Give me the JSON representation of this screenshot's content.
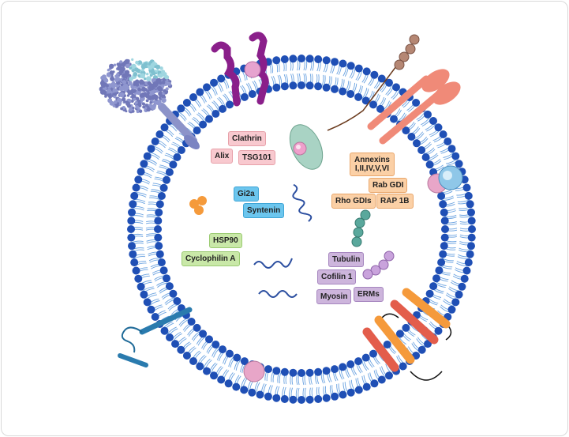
{
  "labels": {
    "clathrin": "Clathrin",
    "alix": "Alix",
    "tsg101": "TSG101",
    "annexins_1": "Annexins",
    "annexins_2": "I,II,IV,V,VI",
    "rab_gdi": "Rab GDI",
    "rho_gdis": "Rho GDIs",
    "rap_1b": "RAP 1B",
    "gi2a": "Gi2a",
    "syntenin": "Syntenin",
    "hsp90": "HSP90",
    "cyclophilin_a": "Cyclophilin A",
    "tubulin": "Tubulin",
    "cofilin_1": "Cofilin 1",
    "myosin": "Myosin",
    "erms": "ERMs"
  },
  "colors": {
    "membrane_head": "#1f4fb5",
    "membrane_tail": "#6aa2e0",
    "pink_label": "#f8c9cf",
    "blue_label": "#6cc6ee",
    "green_label": "#c9e8a8",
    "orange_label": "#fbd0a6",
    "purple_label": "#cdb5dc"
  }
}
